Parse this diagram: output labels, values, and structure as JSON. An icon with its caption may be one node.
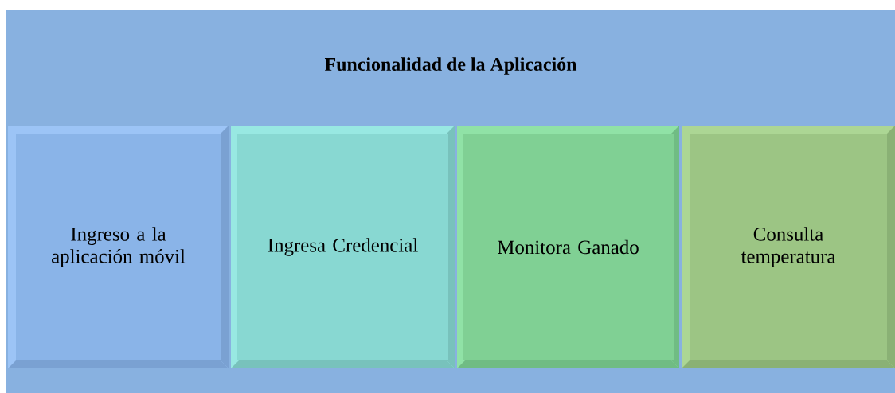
{
  "diagram": {
    "nodes": [
      {
        "text": [
          "Funcionalidad de la Aplicación"
        ]
      },
      {
        "text": [
          "Ingreso a la aplicación móvil"
        ],
        "in": 0
      },
      {
        "text": [
          "Ingresa Credencial"
        ],
        "in": 0
      },
      {
        "text": [
          "Monitora Ganado"
        ],
        "in": 0
      },
      {
        "text": [
          "Consulta temperatura"
        ],
        "in": 0
      }
    ]
  }
}
